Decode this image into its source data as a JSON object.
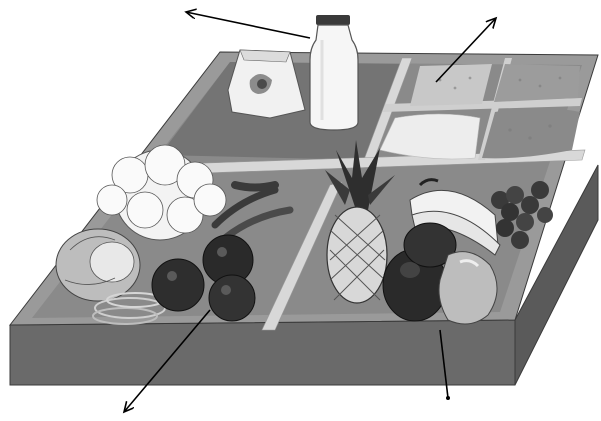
{
  "figure": {
    "subject": "food-tray-illustration",
    "compartments": [
      {
        "id": "milk-bread",
        "items": [
          "milk-bottle",
          "bread-slice"
        ]
      },
      {
        "id": "grains-cereals",
        "items": [
          "flour-bin",
          "grain-bin",
          "rice-bin",
          "nut-bin"
        ]
      },
      {
        "id": "vegetables",
        "items": [
          "cauliflower",
          "cabbage",
          "tomatoes",
          "beans",
          "carrots"
        ]
      },
      {
        "id": "fruits",
        "items": [
          "pineapple",
          "bananas",
          "plums",
          "grapes",
          "pear"
        ]
      }
    ],
    "arrows": [
      {
        "id": "arrow-milk",
        "direction": "up-left"
      },
      {
        "id": "arrow-grains",
        "direction": "up-right"
      },
      {
        "id": "arrow-vegetables",
        "direction": "down-left"
      },
      {
        "id": "arrow-fruits",
        "direction": "down"
      }
    ],
    "colors": {
      "tray_side": "#6b6b6b",
      "tray_floor": "#8a8a8a",
      "divider": "#d4d4d4",
      "arrow": "#000000"
    }
  }
}
